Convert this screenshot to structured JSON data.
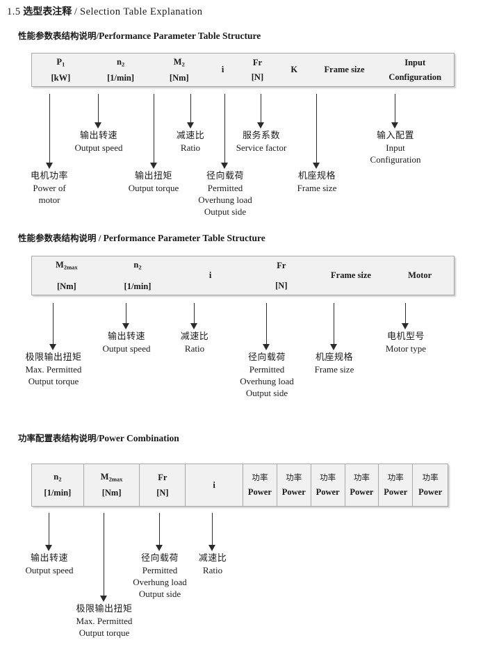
{
  "headings": {
    "section": {
      "number": "1.5",
      "cn": "选型表注释",
      "sep": "/",
      "en": "Selection Table Explanation"
    },
    "sub1": {
      "cn": "性能参数表结构说明",
      "sep": "/",
      "en": "Performance Parameter Table Structure"
    },
    "sub2": {
      "cn": "性能参数表结构说明",
      "sep": " / ",
      "en": "Performance Parameter Table Structure"
    },
    "sub3": {
      "cn": "功率配置表结构说明",
      "sep": "/",
      "en": "Power Combination"
    }
  },
  "table1": {
    "columns": [
      {
        "symbol": "P",
        "sub": "1",
        "unit": "[kW]"
      },
      {
        "symbol": "n",
        "sub": "2",
        "unit": "[1/min]"
      },
      {
        "symbol": "M",
        "sub": "2",
        "unit": "[Nm]"
      },
      {
        "symbol": "i",
        "sub": "",
        "unit": ""
      },
      {
        "symbol": "Fr",
        "sub": "",
        "unit": "[N]"
      },
      {
        "symbol": "K",
        "sub": "",
        "unit": ""
      },
      {
        "symbol": "Frame size",
        "sub": "",
        "unit": ""
      },
      {
        "symbol": "Input",
        "sub": "",
        "unit": "Configuration"
      }
    ],
    "annotations": [
      {
        "cn": "电机功率",
        "en": [
          "Power of",
          "motor"
        ]
      },
      {
        "cn": "输出转速",
        "en": [
          "Output speed"
        ]
      },
      {
        "cn": "输出扭矩",
        "en": [
          "Output torque"
        ]
      },
      {
        "cn": "减速比",
        "en": [
          "Ratio"
        ]
      },
      {
        "cn": "径向载荷",
        "en": [
          "Permitted",
          "Overhung load",
          "Output side"
        ]
      },
      {
        "cn": "服务系数",
        "en": [
          "Service factor"
        ]
      },
      {
        "cn": "机座规格",
        "en": [
          "Frame size"
        ]
      },
      {
        "cn": "输入配置",
        "en": [
          "Input",
          "Configuration"
        ]
      }
    ]
  },
  "table2": {
    "columns": [
      {
        "symbol": "M",
        "sub": "2max",
        "unit": "[Nm]"
      },
      {
        "symbol": "n",
        "sub": "2",
        "unit": "[1/min]"
      },
      {
        "symbol": "i",
        "sub": "",
        "unit": ""
      },
      {
        "symbol": "Fr",
        "sub": "",
        "unit": "[N]"
      },
      {
        "symbol": "Frame size",
        "sub": "",
        "unit": ""
      },
      {
        "symbol": "Motor",
        "sub": "",
        "unit": ""
      }
    ],
    "annotations": [
      {
        "cn": "极限输出扭矩",
        "en": [
          "Max. Permitted",
          "Output  torque"
        ]
      },
      {
        "cn": "输出转速",
        "en": [
          "Output speed"
        ]
      },
      {
        "cn": "减速比",
        "en": [
          "Ratio"
        ]
      },
      {
        "cn": "径向载荷",
        "en": [
          "Permitted",
          "Overhung load",
          "Output side"
        ]
      },
      {
        "cn": "机座规格",
        "en": [
          "Frame size"
        ]
      },
      {
        "cn": "电机型号",
        "en": [
          "Motor type"
        ]
      }
    ]
  },
  "table3": {
    "columns": [
      {
        "symbol": "n",
        "sub": "2",
        "unit": "[1/min]"
      },
      {
        "symbol": "M",
        "sub": "2max",
        "unit": "[Nm]"
      },
      {
        "symbol": "Fr",
        "sub": "",
        "unit": "[N]"
      },
      {
        "symbol": "i",
        "sub": "",
        "unit": ""
      },
      {
        "cn": "功率",
        "unit": "Power"
      },
      {
        "cn": "功率",
        "unit": "Power"
      },
      {
        "cn": "功率",
        "unit": "Power"
      },
      {
        "cn": "功率",
        "unit": "Power"
      },
      {
        "cn": "功率",
        "unit": "Power"
      },
      {
        "cn": "功率",
        "unit": "Power"
      }
    ],
    "annotations": [
      {
        "cn": "输出转速",
        "en": [
          "Output speed"
        ]
      },
      {
        "cn": "极限输出扭矩",
        "en": [
          "Max. Permitted",
          "Output  torque"
        ]
      },
      {
        "cn": "径向载荷",
        "en": [
          "Permitted",
          "Overhung load",
          "Output side"
        ]
      },
      {
        "cn": "减速比",
        "en": [
          "Ratio"
        ]
      }
    ]
  }
}
